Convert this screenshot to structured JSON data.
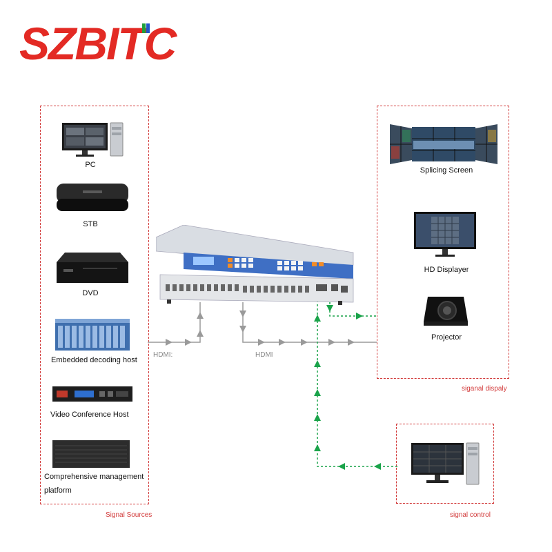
{
  "brand": {
    "name": "SZBITC"
  },
  "sources": {
    "title": "Signal Sources",
    "items": [
      {
        "label": "PC"
      },
      {
        "label": "STB"
      },
      {
        "label": "DVD"
      },
      {
        "label": "Embedded decoding host"
      },
      {
        "label": "Video Conference Host"
      },
      {
        "label": "Comprehensive management",
        "label2": "platform"
      }
    ]
  },
  "display": {
    "title": "siganal dispaly",
    "items": [
      {
        "label": "Splicing Screen"
      },
      {
        "label": "HD Displayer"
      },
      {
        "label": "Projector"
      }
    ]
  },
  "control": {
    "title": "signal control"
  },
  "connections": {
    "input_label": "HDMI:",
    "output_label": "HDMI"
  },
  "colors": {
    "accent_red": "#d23a3a",
    "signal_grey": "#9a9a9a",
    "control_green": "#1aa34a"
  }
}
